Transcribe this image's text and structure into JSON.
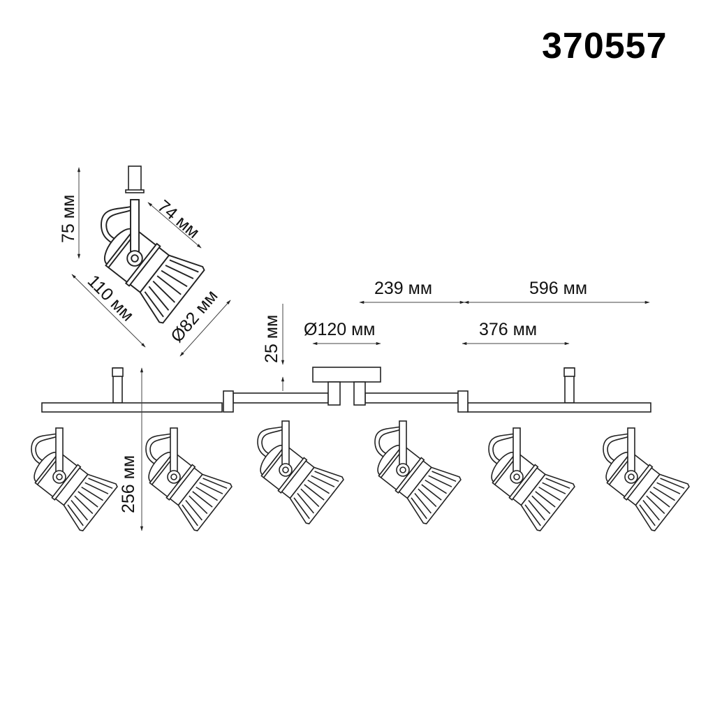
{
  "model_number": "370557",
  "dimensions": {
    "spot_height": "75 мм",
    "spot_depth": "74 мм",
    "spot_length": "110 мм",
    "spot_diameter": "Ø82 мм",
    "canopy_offset": "25 мм",
    "canopy_diameter": "Ø120 мм",
    "half_span": "239 мм",
    "side_bar": "596 мм",
    "bar_segment": "376 мм",
    "total_height": "256 мм"
  },
  "spot_count": 6
}
